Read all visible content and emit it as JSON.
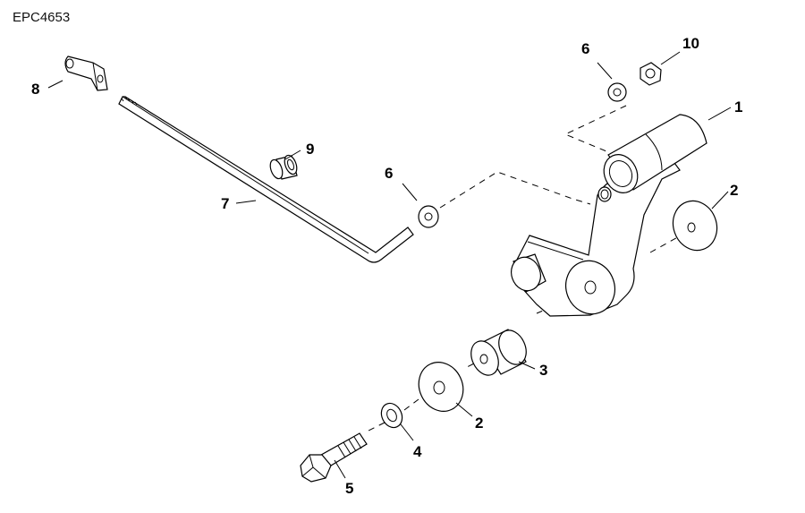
{
  "diagram": {
    "reference_code": "EPC4653",
    "callouts": {
      "c1": "1",
      "c2a": "2",
      "c2b": "2",
      "c3": "3",
      "c4": "4",
      "c5": "5",
      "c6a": "6",
      "c6b": "6",
      "c7": "7",
      "c8": "8",
      "c9": "9",
      "c10": "10"
    }
  }
}
